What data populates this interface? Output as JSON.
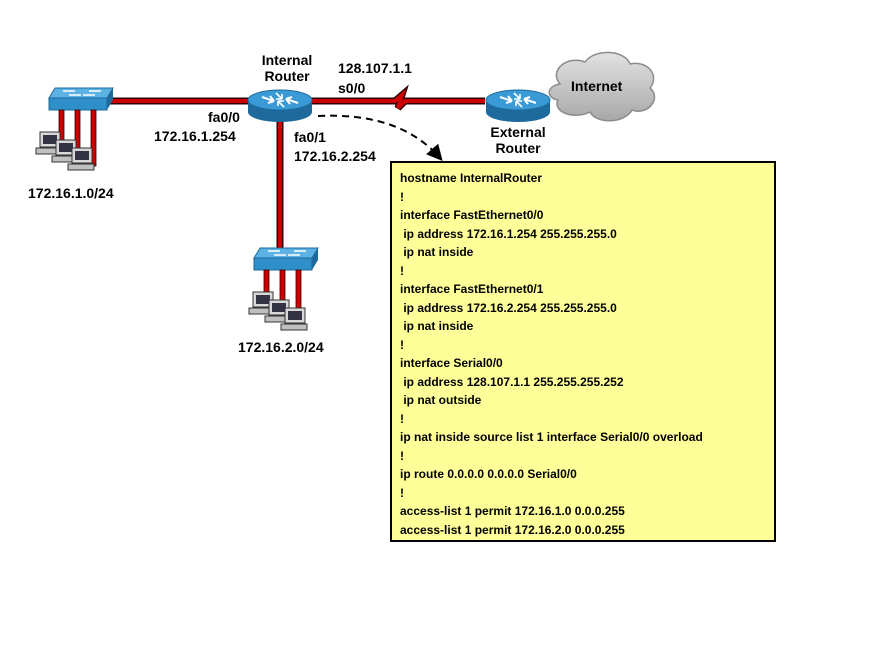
{
  "internal_router": {
    "label_line1": "Internal",
    "label_line2": "Router"
  },
  "external_router": {
    "label_line1": "External",
    "label_line2": "Router"
  },
  "internet_cloud": {
    "label": "Internet"
  },
  "interfaces": {
    "fa0_0": {
      "name": "fa0/0",
      "ip": "172.16.1.254"
    },
    "fa0_1": {
      "name": "fa0/1",
      "ip": "172.16.2.254"
    },
    "s0_0": {
      "name": "s0/0",
      "ip": "128.107.1.1"
    }
  },
  "networks": {
    "lan1": "172.16.1.0/24",
    "lan2": "172.16.2.0/24"
  },
  "colors": {
    "link": "#cc0000",
    "link_outline": "#330000",
    "device_blue": "#2f8fc9",
    "config_bg": "#ffff99",
    "cloud": "#c8c8c8"
  },
  "config_lines": [
    "hostname InternalRouter",
    "!",
    "interface FastEthernet0/0",
    " ip address 172.16.1.254 255.255.255.0",
    " ip nat inside",
    "!",
    "interface FastEthernet0/1",
    " ip address 172.16.2.254 255.255.255.0",
    " ip nat inside",
    "!",
    "interface Serial0/0",
    " ip address 128.107.1.1 255.255.255.252",
    " ip nat outside",
    "!",
    "ip nat inside source list 1 interface Serial0/0 overload",
    "!",
    "ip route 0.0.0.0 0.0.0.0 Serial0/0",
    "!",
    "access-list 1 permit 172.16.1.0 0.0.0.255",
    "access-list 1 permit 172.16.2.0 0.0.0.255"
  ]
}
